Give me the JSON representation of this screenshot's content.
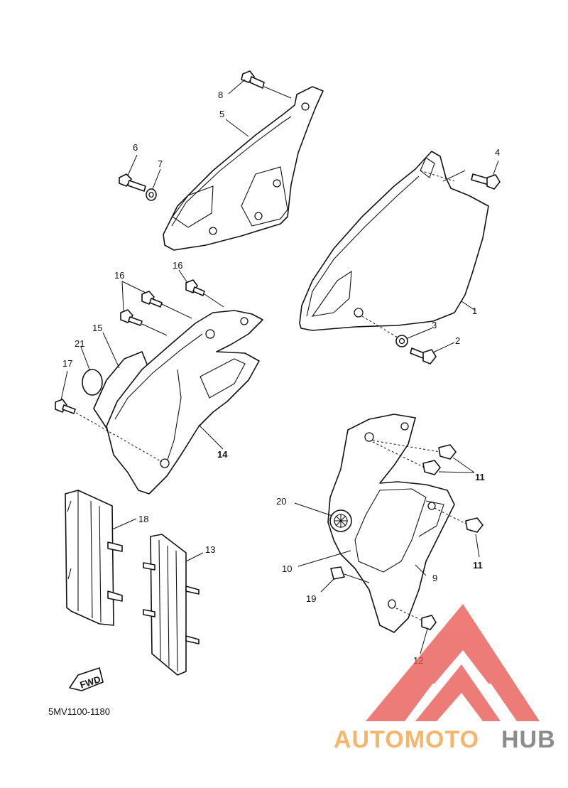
{
  "diagram": {
    "callouts": {
      "c1": "1",
      "c2": "2",
      "c3": "3",
      "c4": "4",
      "c5": "5",
      "c6": "6",
      "c7": "7",
      "c8": "8",
      "c9": "9",
      "c10": "10",
      "c11a": "11",
      "c11b": "11",
      "c12": "12",
      "c13": "13",
      "c14": "14",
      "c15": "15",
      "c16a": "16",
      "c16b": "16",
      "c17": "17",
      "c18": "18",
      "c19": "19",
      "c20": "20",
      "c21": "21"
    },
    "fwd_label": "FWD",
    "part_code": "5MV1100-1180"
  },
  "watermark": {
    "part1": "AUTOMOTO",
    "part2": "HUB",
    "color_part1": "#f6b56b",
    "color_part2": "#8c8c8c",
    "logo_color": "#e8504a"
  }
}
